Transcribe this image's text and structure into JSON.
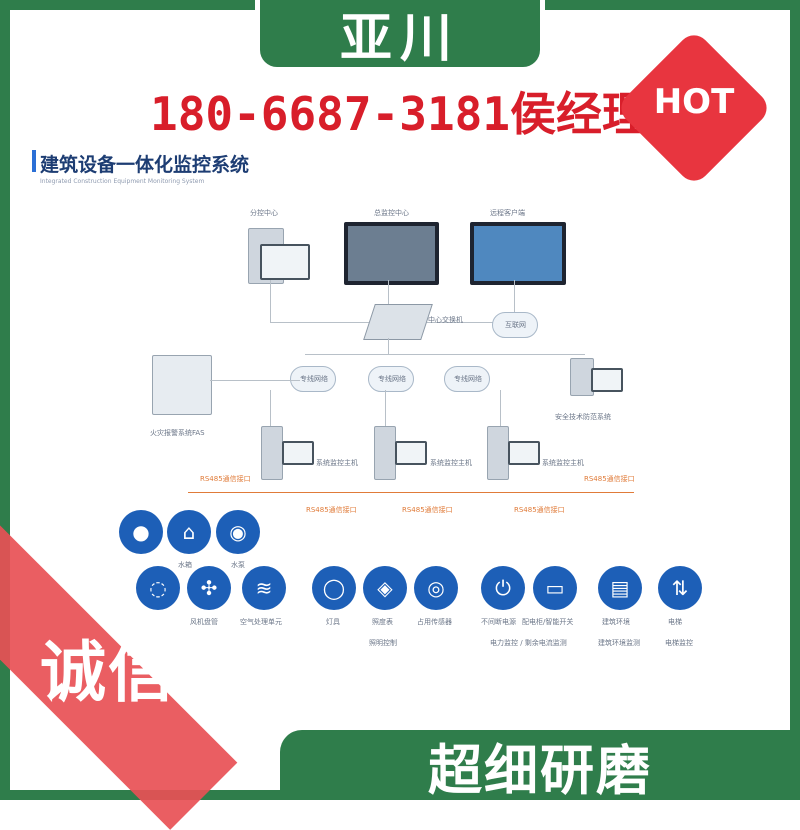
{
  "brand": {
    "name": "亚川"
  },
  "contact": {
    "phone_line": "180-6687-3181侯经理"
  },
  "hot_badge": {
    "text": "HOT",
    "color": "#e8353f"
  },
  "diagram": {
    "title": "建筑设备一体化监控系统",
    "subtitle": "Integrated Construction Equipment Monitoring System",
    "top_nodes": [
      "分控中心",
      "总监控中心",
      "远程客户端"
    ],
    "switch_label": "中心交换机",
    "cloud_top_label": "互联网",
    "cloud_mid_labels": [
      "专线网络",
      "专线网络",
      "专线网络"
    ],
    "left_system": "火灾报警系统FAS",
    "right_system": "安全技术防范系统",
    "host_labels": [
      "系统监控主机",
      "系统监控主机",
      "系统监控主机"
    ],
    "rs_labels": [
      "RS485通信接口",
      "RS485通信接口",
      "RS485通信接口",
      "RS485通信接口",
      "RS485通信接口"
    ],
    "icon_labels_row1": [
      "",
      "水箱",
      "水泵"
    ],
    "icon_labels_row2": [
      "",
      "风机盘管",
      "空气处理单元",
      "灯具",
      "照度表",
      "占用传感器",
      "不间断电源",
      "配电柜/智能开关",
      "建筑环境",
      "电梯"
    ],
    "group_labels": [
      "照明控制",
      "电力监控 / 剩余电流监测",
      "建筑环境监测",
      "电梯监控"
    ]
  },
  "overlays": {
    "left_badge": "诚信经营",
    "bottom_bar": "超细研磨"
  },
  "colors": {
    "brand_green": "#2f7d4b",
    "phone_red": "#d81e2a",
    "badge_red": "#e85055",
    "icon_blue": "#1d5fb7"
  }
}
